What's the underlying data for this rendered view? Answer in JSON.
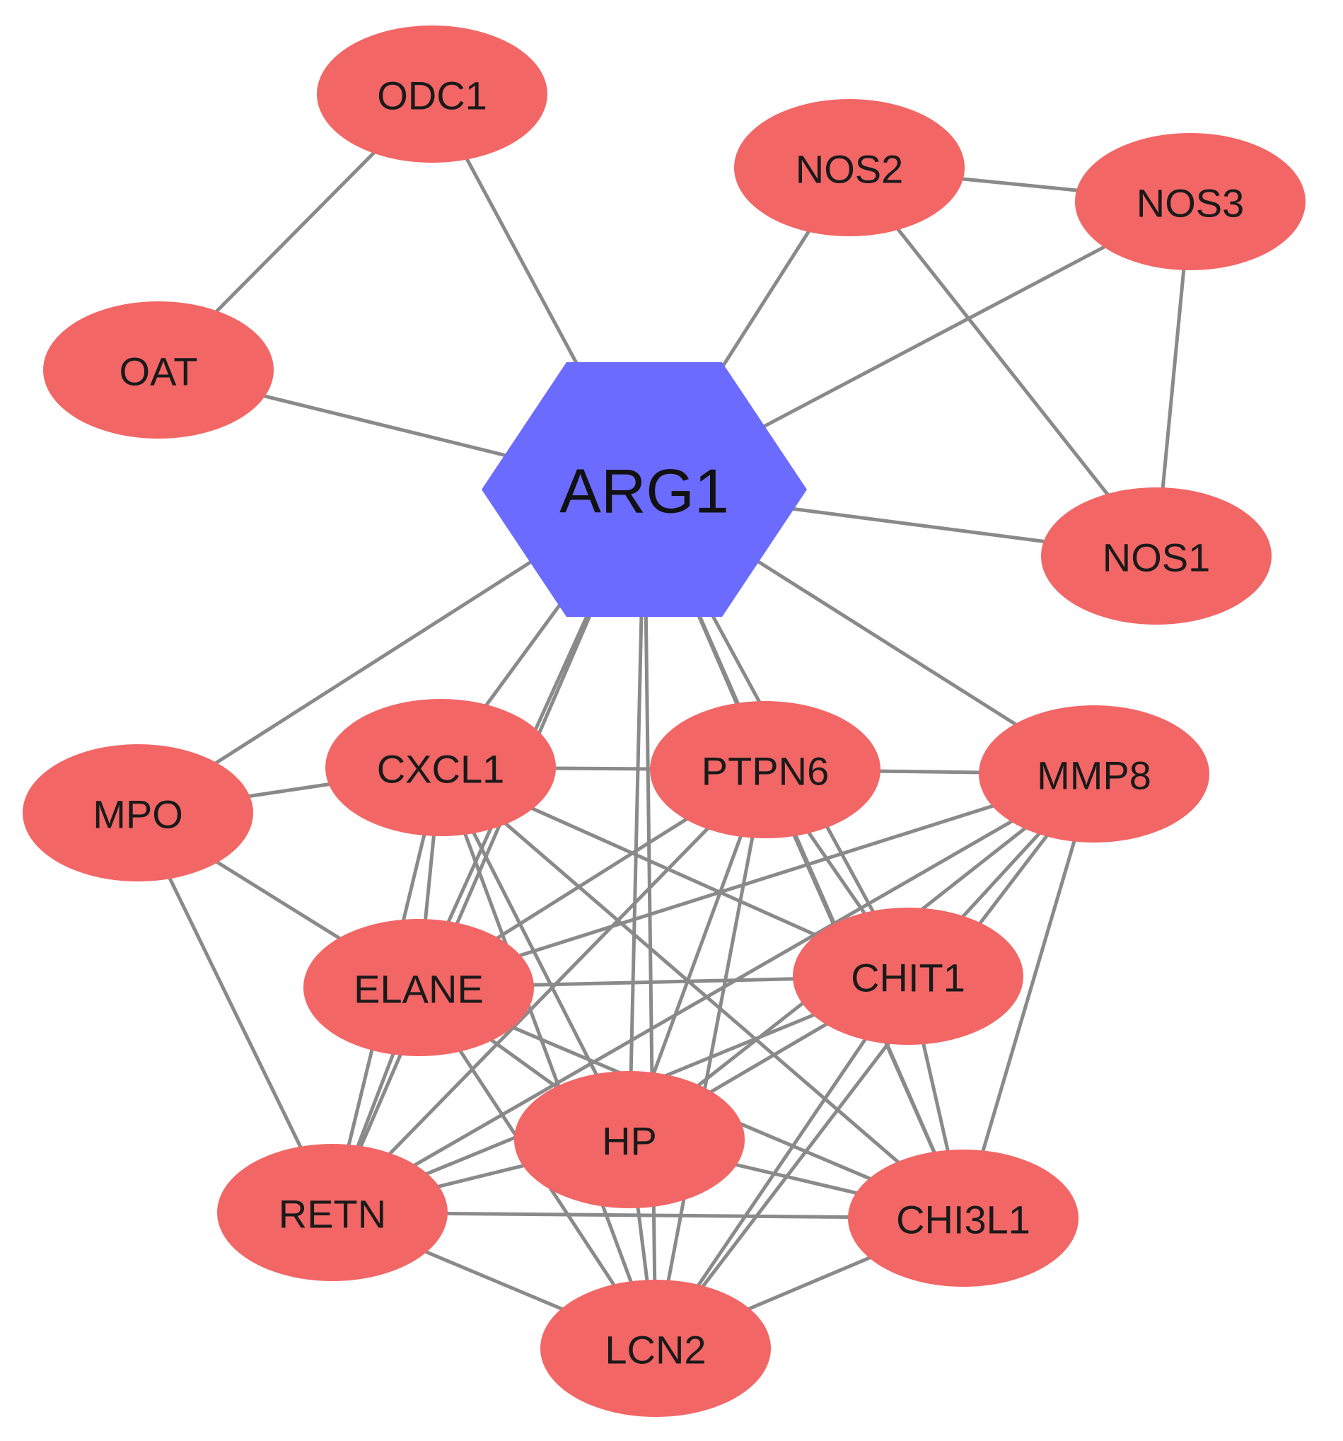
{
  "colors": {
    "hub_fill": "#6b6bff",
    "node_fill": "#f26666",
    "edge": "#8a8a8a"
  },
  "hub": {
    "id": "ARG1",
    "label": "ARG1",
    "shape": "hexagon"
  },
  "nodes": [
    {
      "id": "ODC1",
      "label": "ODC1"
    },
    {
      "id": "NOS2",
      "label": "NOS2"
    },
    {
      "id": "NOS3",
      "label": "NOS3"
    },
    {
      "id": "OAT",
      "label": "OAT"
    },
    {
      "id": "NOS1",
      "label": "NOS1"
    },
    {
      "id": "MPO",
      "label": "MPO"
    },
    {
      "id": "CXCL1",
      "label": "CXCL1"
    },
    {
      "id": "PTPN6",
      "label": "PTPN6"
    },
    {
      "id": "MMP8",
      "label": "MMP8"
    },
    {
      "id": "ELANE",
      "label": "ELANE"
    },
    {
      "id": "CHIT1",
      "label": "CHIT1"
    },
    {
      "id": "HP",
      "label": "HP"
    },
    {
      "id": "RETN",
      "label": "RETN"
    },
    {
      "id": "CHI3L1",
      "label": "CHI3L1"
    },
    {
      "id": "LCN2",
      "label": "LCN2"
    }
  ],
  "edges": [
    [
      "ARG1",
      "ODC1"
    ],
    [
      "ARG1",
      "OAT"
    ],
    [
      "ARG1",
      "NOS2"
    ],
    [
      "ARG1",
      "NOS3"
    ],
    [
      "ARG1",
      "NOS1"
    ],
    [
      "ARG1",
      "MPO"
    ],
    [
      "ARG1",
      "CXCL1"
    ],
    [
      "ARG1",
      "PTPN6"
    ],
    [
      "ARG1",
      "MMP8"
    ],
    [
      "ARG1",
      "ELANE"
    ],
    [
      "ARG1",
      "CHIT1"
    ],
    [
      "ARG1",
      "HP"
    ],
    [
      "ARG1",
      "RETN"
    ],
    [
      "ARG1",
      "CHI3L1"
    ],
    [
      "ARG1",
      "LCN2"
    ],
    [
      "ODC1",
      "OAT"
    ],
    [
      "NOS2",
      "NOS3"
    ],
    [
      "NOS2",
      "NOS1"
    ],
    [
      "NOS3",
      "NOS1"
    ],
    [
      "MPO",
      "CXCL1"
    ],
    [
      "MPO",
      "ELANE"
    ],
    [
      "MPO",
      "RETN"
    ],
    [
      "CXCL1",
      "PTPN6"
    ],
    [
      "CXCL1",
      "ELANE"
    ],
    [
      "CXCL1",
      "CHIT1"
    ],
    [
      "CXCL1",
      "HP"
    ],
    [
      "CXCL1",
      "RETN"
    ],
    [
      "CXCL1",
      "CHI3L1"
    ],
    [
      "CXCL1",
      "LCN2"
    ],
    [
      "PTPN6",
      "MMP8"
    ],
    [
      "PTPN6",
      "ELANE"
    ],
    [
      "PTPN6",
      "CHIT1"
    ],
    [
      "PTPN6",
      "HP"
    ],
    [
      "PTPN6",
      "RETN"
    ],
    [
      "PTPN6",
      "CHI3L1"
    ],
    [
      "PTPN6",
      "LCN2"
    ],
    [
      "MMP8",
      "ELANE"
    ],
    [
      "MMP8",
      "CHIT1"
    ],
    [
      "MMP8",
      "HP"
    ],
    [
      "MMP8",
      "RETN"
    ],
    [
      "MMP8",
      "CHI3L1"
    ],
    [
      "MMP8",
      "LCN2"
    ],
    [
      "ELANE",
      "CHIT1"
    ],
    [
      "ELANE",
      "HP"
    ],
    [
      "ELANE",
      "RETN"
    ],
    [
      "ELANE",
      "CHI3L1"
    ],
    [
      "ELANE",
      "LCN2"
    ],
    [
      "CHIT1",
      "HP"
    ],
    [
      "CHIT1",
      "RETN"
    ],
    [
      "CHIT1",
      "CHI3L1"
    ],
    [
      "CHIT1",
      "LCN2"
    ],
    [
      "HP",
      "RETN"
    ],
    [
      "HP",
      "CHI3L1"
    ],
    [
      "HP",
      "LCN2"
    ],
    [
      "RETN",
      "CHI3L1"
    ],
    [
      "RETN",
      "LCN2"
    ],
    [
      "CHI3L1",
      "LCN2"
    ]
  ]
}
